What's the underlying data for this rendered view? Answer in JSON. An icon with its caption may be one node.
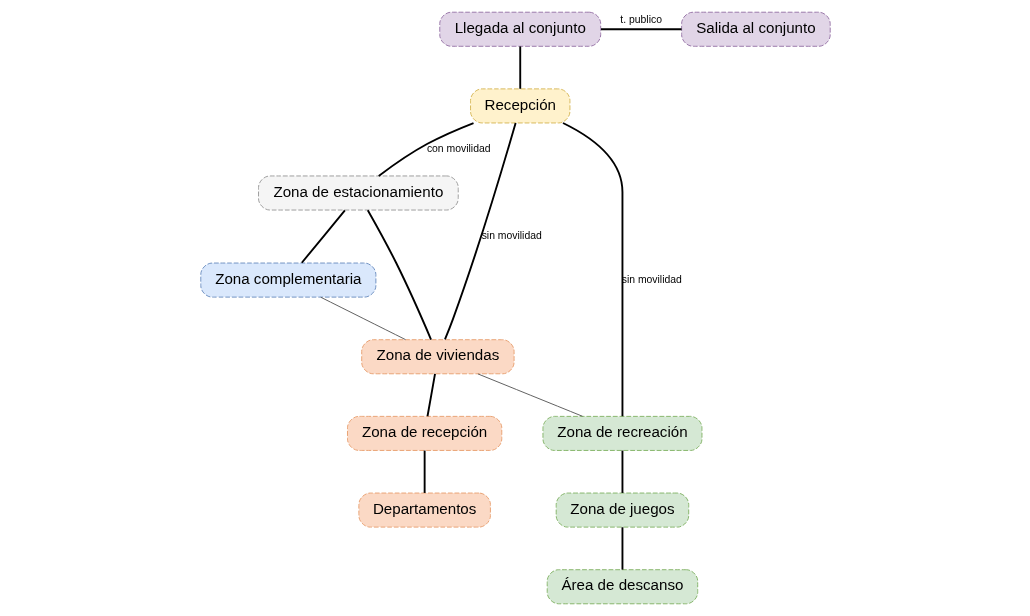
{
  "diagram": {
    "nodes": [
      {
        "text": [
          "Llegada al conjunto"
        ]
      },
      {
        "text": [
          "Salida al conjunto"
        ]
      },
      {
        "text": [
          "Recepción"
        ]
      },
      {
        "text": [
          "Zona de estacionamiento"
        ]
      },
      {
        "text": [
          "Zona complementaria"
        ]
      },
      {
        "text": [
          "Zona de viviendas"
        ]
      },
      {
        "text": [
          "Zona de recepción"
        ]
      },
      {
        "text": [
          "Departamentos"
        ]
      },
      {
        "text": [
          "Zona de recreación"
        ]
      },
      {
        "text": [
          "Zona de juegos"
        ]
      },
      {
        "text": [
          "Área de descanso"
        ]
      }
    ],
    "edges": [
      {
        "from": 0,
        "to": 1,
        "arrow": "none",
        "label": "t. publico"
      },
      {
        "from": 0,
        "to": 2,
        "arrow": "none"
      },
      {
        "from": 2,
        "to": 3,
        "arrow": "none",
        "label": "con movilidad"
      },
      {
        "from": 2,
        "to": 5,
        "arrow": "none",
        "label": "sin movilidad"
      },
      {
        "from": 2,
        "to": 8,
        "arrow": "none",
        "label": "sin movilidad"
      },
      {
        "from": 3,
        "to": 5,
        "arrow": "none"
      },
      {
        "from": 3,
        "to": 4,
        "arrow": "none"
      },
      {
        "from": 4,
        "to": 5,
        "arrow": "none",
        "color": "#595959"
      },
      {
        "from": 5,
        "to": 8,
        "arrow": "none",
        "color": "#595959"
      },
      {
        "from": 5,
        "to": 6,
        "arrow": "none"
      },
      {
        "from": 6,
        "to": 7,
        "arrow": "none"
      },
      {
        "from": 8,
        "to": 9,
        "arrow": "none"
      },
      {
        "from": 9,
        "to": 10,
        "arrow": "none"
      }
    ]
  }
}
